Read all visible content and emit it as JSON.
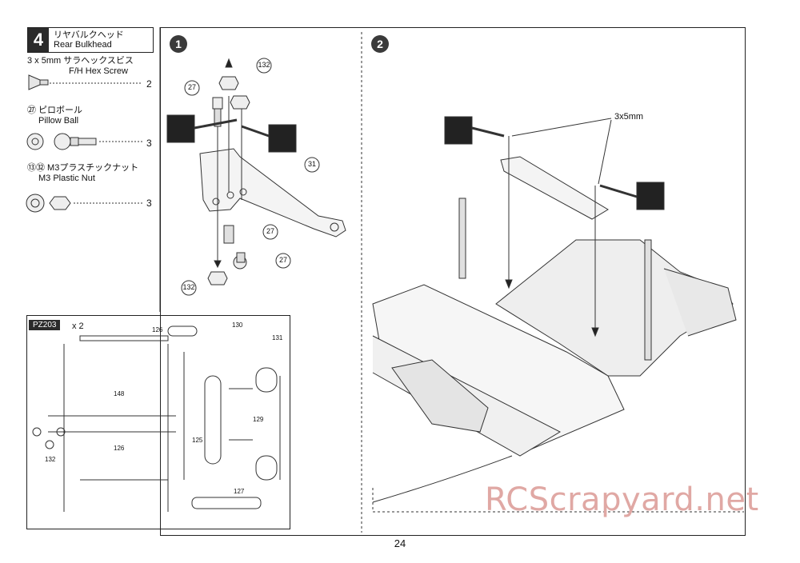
{
  "step": {
    "number": "4",
    "title_jp": "リヤバルクヘッド",
    "title_en": "Rear Bulkhead"
  },
  "parts": [
    {
      "line1": "3 x 5mm  サラヘックスビス",
      "line2": "F/H Hex Screw",
      "qty": "2",
      "icon": "flat-hex-screw-icon"
    },
    {
      "line1": "㉗ ピロボール",
      "line2": "Pillow Ball",
      "qty": "3",
      "icon": "pillow-ball-icon"
    },
    {
      "line1": "⑬㉜ M3プラスチックナット",
      "line2": "M3 Plastic Nut",
      "qty": "3",
      "icon": "plastic-nut-icon"
    }
  ],
  "sub_steps": [
    "1",
    "2"
  ],
  "callouts": {
    "c132": "132",
    "c27": "27",
    "c31": "31",
    "screw_size": "3x5mm"
  },
  "sprue": {
    "label": "PZ203",
    "count": "x 2",
    "numbers": [
      "126",
      "130",
      "131",
      "148",
      "129",
      "125",
      "126",
      "127",
      "132"
    ]
  },
  "page_number": "24",
  "watermark": "RCScrapyard.net",
  "colors": {
    "dark": "#2b2b2b",
    "line": "#222222",
    "watermark": "#e0a8a4"
  }
}
